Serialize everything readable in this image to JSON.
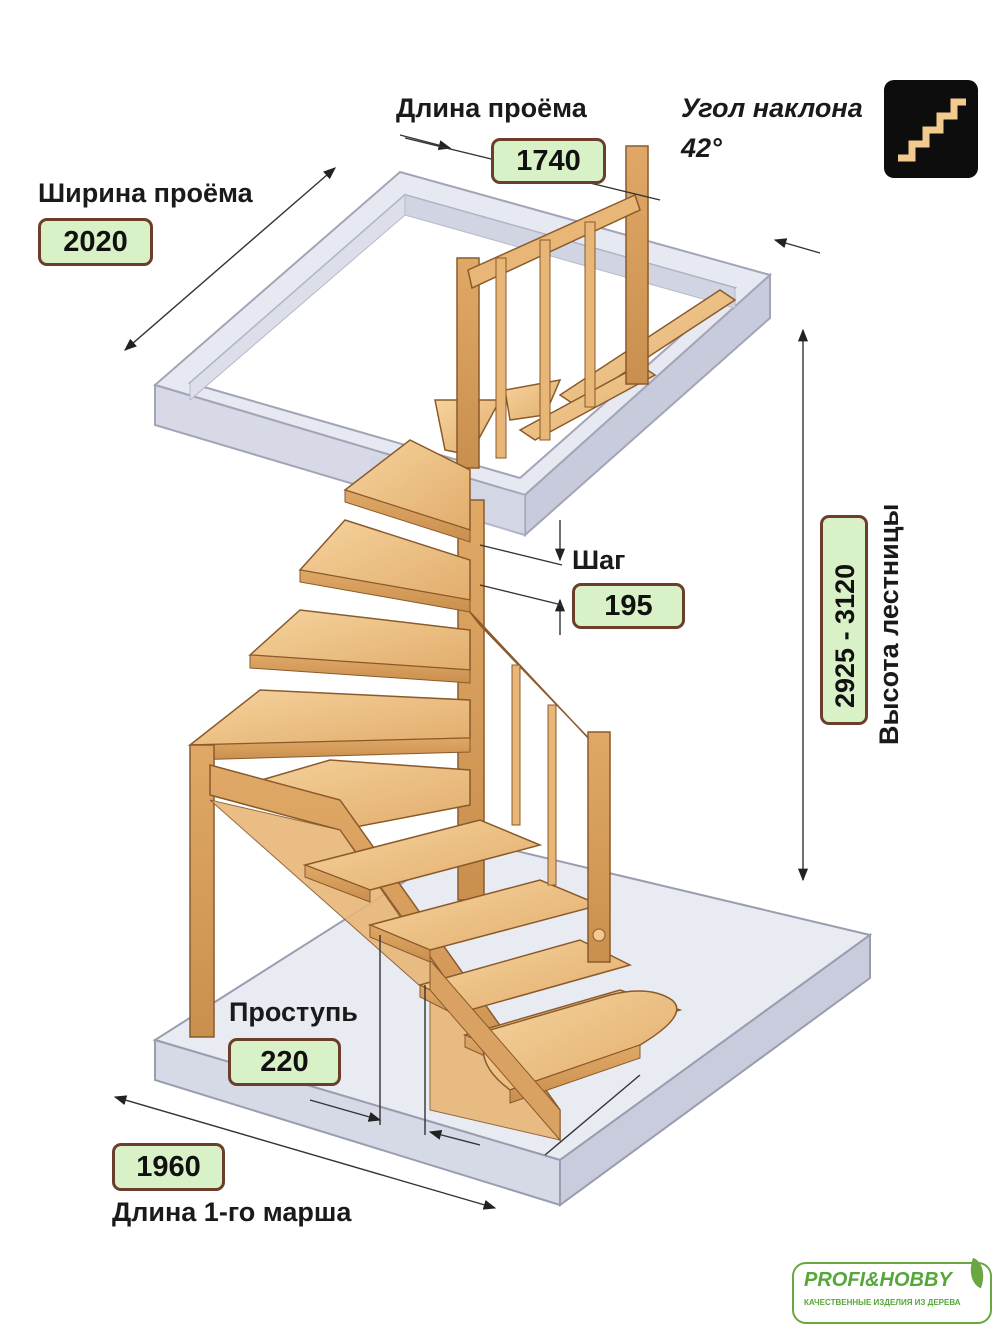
{
  "labels": {
    "opening_length": "Длина проёма",
    "opening_length_value": "1740",
    "slope_angle_title": "Угол наклона",
    "slope_angle_value": "42°",
    "opening_width": "Ширина проёма",
    "opening_width_value": "2020",
    "step_label": "Шаг",
    "step_value": "195",
    "stair_height_value": "2925 - 3120",
    "stair_height_label": "Высота лестницы",
    "tread_label": "Проступь",
    "tread_value": "220",
    "first_flight_value": "1960",
    "first_flight_label": "Длина 1-го марша"
  },
  "logo": {
    "brand": "PROFI&HOBBY",
    "tagline": "КАЧЕСТВЕННЫЕ ИЗДЕЛИЯ ИЗ ДЕРЕВА"
  },
  "colors": {
    "wood_light": "#f2c98f",
    "wood_mid": "#e8b677",
    "wood_dark": "#c98f4e",
    "wood_edge": "#8a5a2b",
    "glass": "#dcdfee",
    "glass_edge": "#9a9cb0",
    "value_box_fill": "#d9f1c6",
    "value_box_border": "#6b3d2b",
    "logo_green": "#56a63a"
  },
  "icons": {
    "angle_icon": "stairs-icon",
    "logo_leaf": "leaf-icon"
  }
}
